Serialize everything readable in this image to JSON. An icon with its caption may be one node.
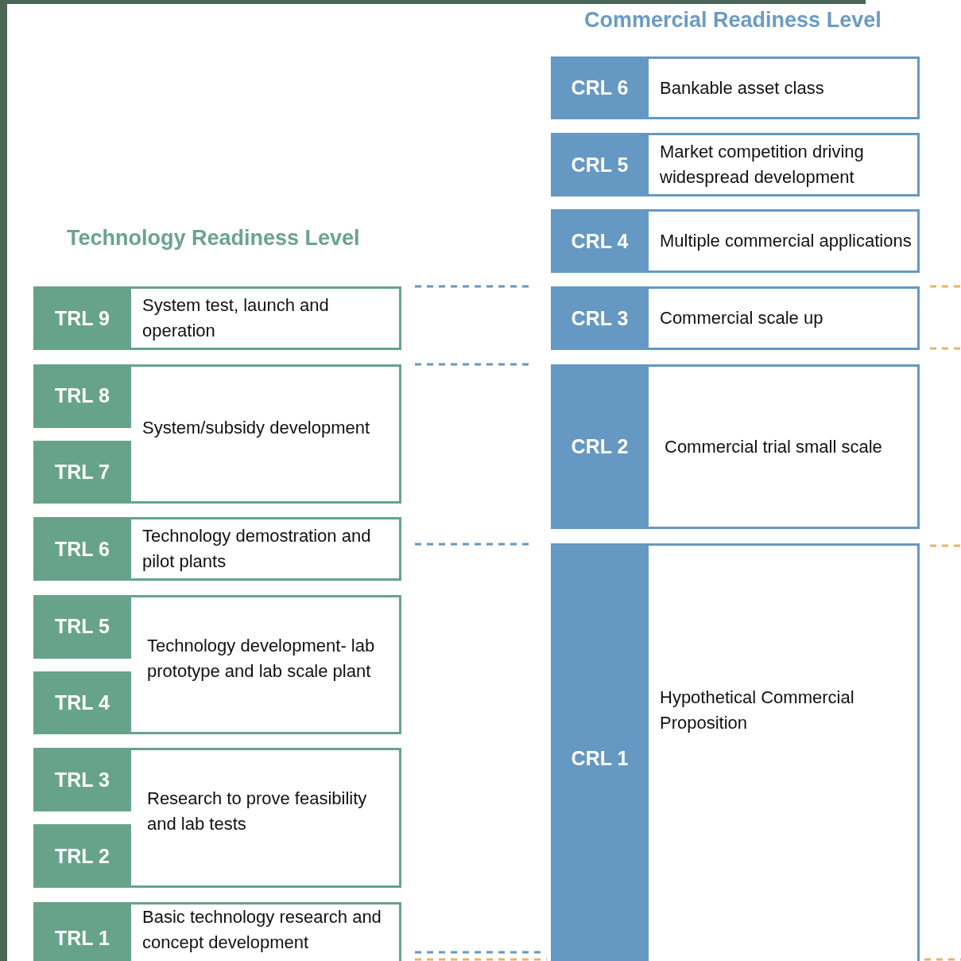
{
  "diagram": {
    "nodes": [
      {
        "text": [
          "CRL 6",
          "Bankable asset class"
        ]
      },
      {
        "text": [
          "CRL 5",
          "Market competition driving widespread development"
        ]
      },
      {
        "text": [
          "CRL 4",
          "Multiple commercial applications"
        ]
      },
      {
        "text": [
          "TRL 9",
          "System test, launch and operation"
        ]
      },
      {
        "text": [
          "CRL 3",
          "Commercial scale up"
        ]
      },
      {
        "text": [
          "TRL 8",
          "TRL 7",
          "System/subsidy development"
        ]
      },
      {
        "text": [
          "CRL 2",
          "Commercial trial small scale"
        ]
      },
      {
        "text": [
          "TRL 6",
          "Technology demostration and pilot plants"
        ]
      },
      {
        "text": [
          "CRL 1",
          "Hypothetical Commercial Proposition"
        ]
      },
      {
        "text": [
          "TRL 5",
          "TRL 4",
          "Technology development- lab prototype and lab scale plant"
        ]
      },
      {
        "text": [
          "TRL 3",
          "TRL 2",
          "Research to prove feasibility and lab tests"
        ]
      },
      {
        "text": [
          "TRL 1",
          "Basic technology research and concept development"
        ]
      }
    ],
    "labels": [
      "Commercial Readiness Level",
      "Technology Readiness Level"
    ]
  }
}
